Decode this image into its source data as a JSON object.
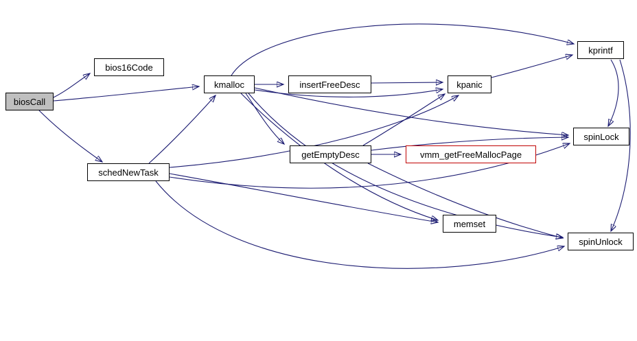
{
  "diagram": {
    "type": "call-graph",
    "nodes": [
      {
        "id": "biosCall",
        "label": "biosCall",
        "style": "entry"
      },
      {
        "id": "bios16Code",
        "label": "bios16Code",
        "style": "normal"
      },
      {
        "id": "kmalloc",
        "label": "kmalloc",
        "style": "normal"
      },
      {
        "id": "insertFreeDesc",
        "label": "insertFreeDesc",
        "style": "normal"
      },
      {
        "id": "kpanic",
        "label": "kpanic",
        "style": "normal"
      },
      {
        "id": "kprintf",
        "label": "kprintf",
        "style": "normal"
      },
      {
        "id": "spinLock",
        "label": "spinLock",
        "style": "normal"
      },
      {
        "id": "getEmptyDesc",
        "label": "getEmptyDesc",
        "style": "normal"
      },
      {
        "id": "vmm_getFreeMallocPage",
        "label": "vmm_getFreeMallocPage",
        "style": "truncated"
      },
      {
        "id": "schedNewTask",
        "label": "schedNewTask",
        "style": "normal"
      },
      {
        "id": "memset",
        "label": "memset",
        "style": "normal"
      },
      {
        "id": "spinUnlock",
        "label": "spinUnlock",
        "style": "normal"
      }
    ],
    "edges": [
      {
        "from": "biosCall",
        "to": "bios16Code"
      },
      {
        "from": "biosCall",
        "to": "kmalloc"
      },
      {
        "from": "biosCall",
        "to": "schedNewTask"
      },
      {
        "from": "kmalloc",
        "to": "insertFreeDesc"
      },
      {
        "from": "kmalloc",
        "to": "kpanic"
      },
      {
        "from": "kmalloc",
        "to": "kprintf"
      },
      {
        "from": "kmalloc",
        "to": "getEmptyDesc"
      },
      {
        "from": "kmalloc",
        "to": "memset"
      },
      {
        "from": "kmalloc",
        "to": "spinLock"
      },
      {
        "from": "kmalloc",
        "to": "spinUnlock"
      },
      {
        "from": "insertFreeDesc",
        "to": "kpanic"
      },
      {
        "from": "kpanic",
        "to": "kprintf"
      },
      {
        "from": "kprintf",
        "to": "spinLock"
      },
      {
        "from": "kprintf",
        "to": "spinUnlock"
      },
      {
        "from": "getEmptyDesc",
        "to": "vmm_getFreeMallocPage"
      },
      {
        "from": "getEmptyDesc",
        "to": "kpanic"
      },
      {
        "from": "getEmptyDesc",
        "to": "spinLock"
      },
      {
        "from": "getEmptyDesc",
        "to": "spinUnlock"
      },
      {
        "from": "schedNewTask",
        "to": "kmalloc"
      },
      {
        "from": "schedNewTask",
        "to": "kpanic"
      },
      {
        "from": "schedNewTask",
        "to": "memset"
      },
      {
        "from": "schedNewTask",
        "to": "spinLock"
      },
      {
        "from": "schedNewTask",
        "to": "spinUnlock"
      }
    ],
    "colors": {
      "edge": "#191970",
      "node_border": "#000000",
      "entry_node_fill": "#bfbfbf",
      "truncated_node_border": "#c00000",
      "background": "#ffffff",
      "text": "#000000"
    }
  }
}
